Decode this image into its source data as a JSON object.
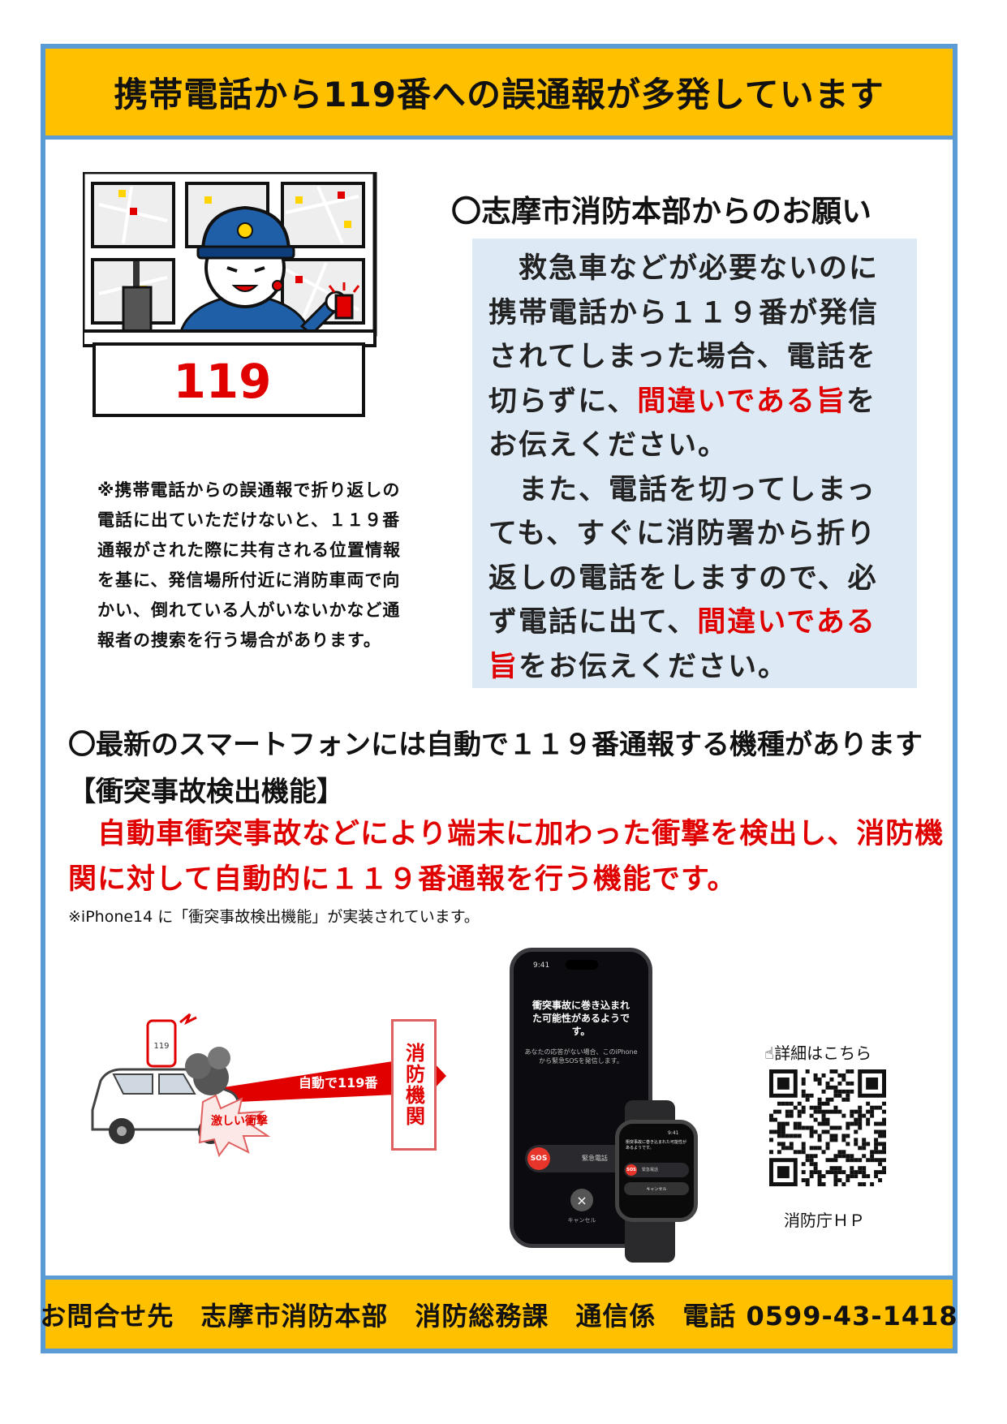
{
  "header": {
    "title": "携帯電話から119番への誤通報が多発しています"
  },
  "illustration": {
    "desk_number": "119"
  },
  "note": {
    "text": "※携帯電話からの誤通報で折り返しの\n電話に出ていただけないと、１１９番\n通報がされた際に共有される位置情報\nを基に、発信場所付近に消防車両で向\nかい、倒れている人がいないかなど通\n報者の捜索を行う場合があります。"
  },
  "request": {
    "heading": "〇志摩市消防本部からのお願い",
    "p1_a": "　救急車などが必要ないのに携帯電話から１１９番が発信されてしまった場合、電話を切らずに、",
    "p1_red": "間違いである旨",
    "p1_b": "をお伝えください。",
    "p2_a": "　また、電話を切ってしまっても、すぐに消防署から折り返しの電話をしますので、必ず電話に出て、",
    "p2_red": "間違いである旨",
    "p2_b": "をお伝えください。"
  },
  "smartphone": {
    "heading": "〇最新のスマートフォンには自動で１１９番通報する機種があります",
    "feature_title": "【衝突事故検出機能】",
    "feature_desc": "　自動車衝突事故などにより端末に加わった衝撃を検出し、消防機関に対して自動的に１１９番通報を行う機能です。",
    "iphone_note": "※iPhone14 に「衝突事故検出機能」が実装されています。"
  },
  "diagram": {
    "phone_label": "119",
    "arrow_label": "自動で119番",
    "impact_label": "激しい衝撃",
    "agency_label": "消防機関"
  },
  "phone_screen": {
    "time": "9:41",
    "message": "衝突事故に巻き込まれた可能性があるようです。",
    "sub": "あなたの応答がない場合、このiPhoneから緊急SOSを発信します。",
    "sos": "SOS",
    "slider_label": "緊急電話",
    "cancel_label": "キャンセル"
  },
  "watch_screen": {
    "time": "9:41",
    "message": "衝突事故に巻き込まれた可能性があるようです。",
    "sos": "SOS",
    "slider_label": "緊急電話",
    "cancel_label": "キャンセル"
  },
  "qr": {
    "label": "詳細はこちら",
    "caption": "消防庁ＨＰ"
  },
  "footer": {
    "text": "お問合せ先　志摩市消防本部　消防総務課　通信係　電話 0599-43-1418"
  }
}
